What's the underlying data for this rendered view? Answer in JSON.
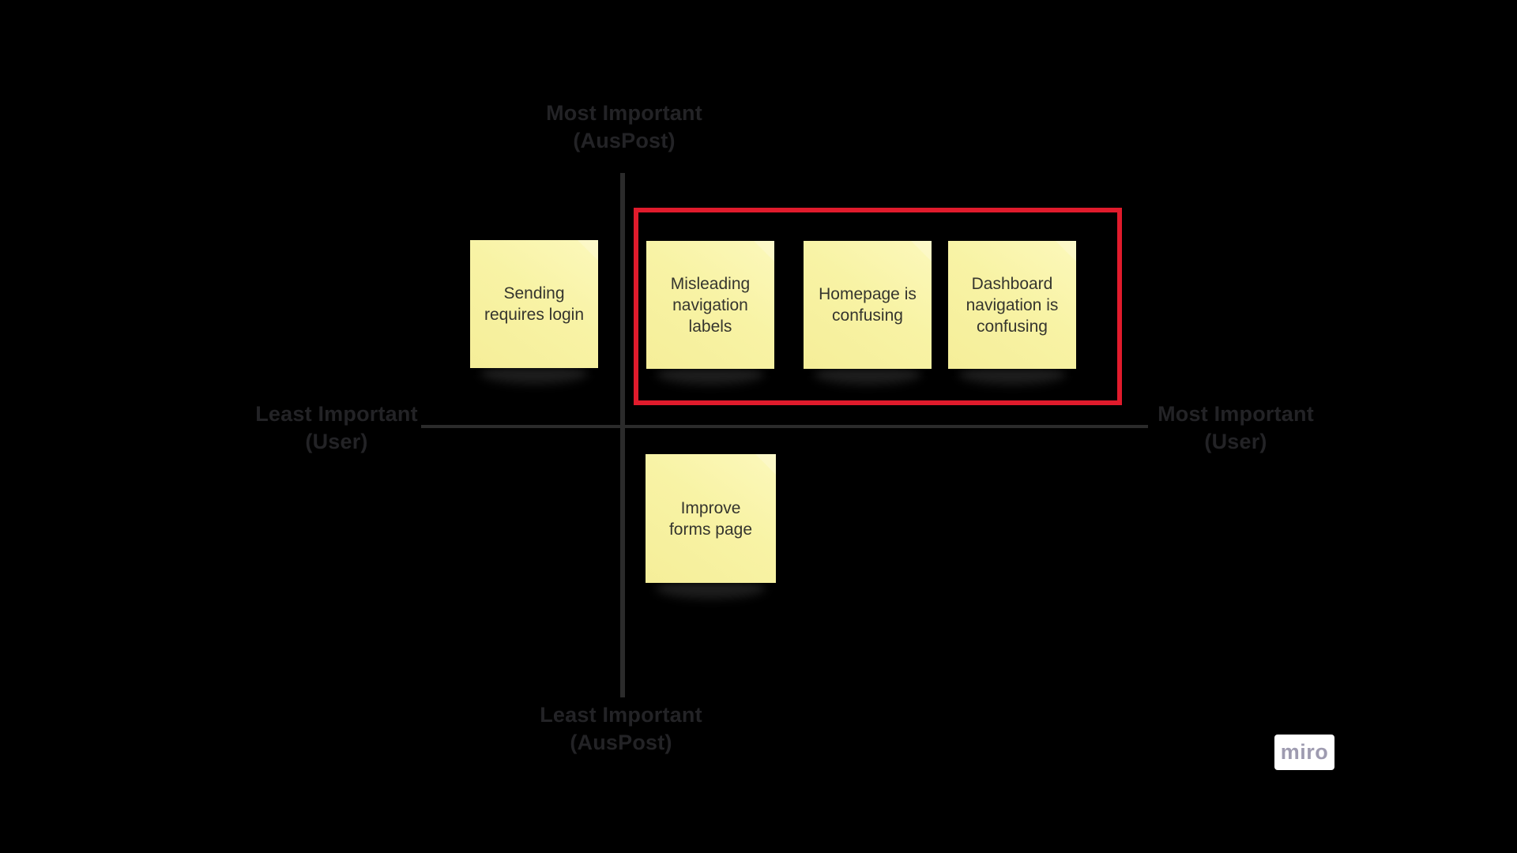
{
  "board": {
    "background": "#000000"
  },
  "axes": {
    "top": {
      "label": "Most Important\n(AusPost)"
    },
    "bottom": {
      "label": "Least Important\n(AusPost)"
    },
    "left": {
      "label": "Least Important\n(User)"
    },
    "right": {
      "label": "Most Important\n(User)"
    },
    "line_color": "#2b2b2b",
    "label_color": "#232326"
  },
  "highlight_frame": {
    "color": "#e01b2c"
  },
  "sticky_notes": {
    "fill_color": "#f8f3a4",
    "text_color": "#35352e",
    "items": [
      {
        "label": "Sending\nrequires login"
      },
      {
        "label": "Misleading\nnavigation\nlabels"
      },
      {
        "label": "Homepage is\nconfusing"
      },
      {
        "label": "Dashboard\nnavigation is\nconfusing"
      },
      {
        "label": "Improve\nforms page"
      }
    ]
  },
  "watermark": {
    "label": "miro",
    "background": "#ffffff",
    "text_color": "#9e9bb0"
  }
}
